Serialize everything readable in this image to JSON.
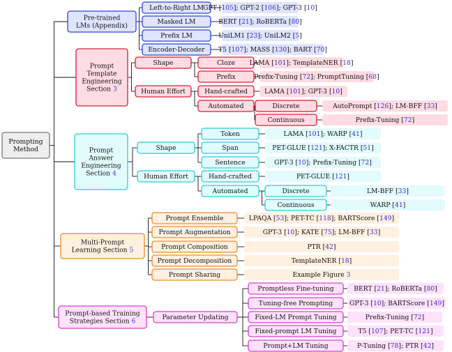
{
  "colors": {
    "root": {
      "stroke": "#7a7a7a",
      "fill": "#eeeeee"
    },
    "blue": {
      "stroke": "#2f45d8",
      "fill": "#dfe4ff"
    },
    "red": {
      "stroke": "#d51f35",
      "fill": "#ffdce4"
    },
    "cyan": {
      "stroke": "#2bcdd8",
      "fill": "#e2fbfc"
    },
    "orange": {
      "stroke": "#ee8a2b",
      "fill": "#fff0e0"
    },
    "magenta": {
      "stroke": "#d640cf",
      "fill": "#ffe1fb"
    },
    "line": "#111111"
  },
  "nodes": [
    {
      "id": "root",
      "lines": [
        "Prompting",
        "Method"
      ],
      "style": "root",
      "strong": true
    },
    {
      "id": "ptlm",
      "lines": [
        "Pre-trained",
        "LMs (Appendix)"
      ],
      "style": "blue",
      "strong": true
    },
    {
      "id": "ltr",
      "lines": [
        "Left-to-Right LM"
      ],
      "style": "blue",
      "strong": true
    },
    {
      "id": "ltr_ex",
      "lines": [
        "GPT [105]; GPT-2 [106]; GPT-3 [10]"
      ],
      "style": "blue"
    },
    {
      "id": "mlm",
      "lines": [
        "Masked LM"
      ],
      "style": "blue",
      "strong": true
    },
    {
      "id": "mlm_ex",
      "lines": [
        "BERT [21]; RoBERTa [80]"
      ],
      "style": "blue"
    },
    {
      "id": "plm",
      "lines": [
        "Prefix LM"
      ],
      "style": "blue",
      "strong": true
    },
    {
      "id": "plm_ex",
      "lines": [
        "UniLM1 [23]; UniLM2 [5]"
      ],
      "style": "blue"
    },
    {
      "id": "ed",
      "lines": [
        "Encoder-Decoder"
      ],
      "style": "blue",
      "strong": true
    },
    {
      "id": "ed_ex",
      "lines": [
        "T5 [107]; MASS [130]; BART [70]"
      ],
      "style": "blue"
    },
    {
      "id": "pte",
      "lines": [
        "Prompt",
        "Template",
        "Engineering",
        "Section 3"
      ],
      "style": "red",
      "strong": true
    },
    {
      "id": "pte_shape",
      "lines": [
        "Shape"
      ],
      "style": "red",
      "strong": true
    },
    {
      "id": "cloze",
      "lines": [
        "Cloze"
      ],
      "style": "red",
      "strong": true
    },
    {
      "id": "cloze_ex",
      "lines": [
        "LAMA [101]; TemplateNER [18]"
      ],
      "style": "red"
    },
    {
      "id": "prefix",
      "lines": [
        "Prefix"
      ],
      "style": "red",
      "strong": true
    },
    {
      "id": "prefix_ex",
      "lines": [
        "Prefix-Tuning [72]; PromptTuning [68]"
      ],
      "style": "red"
    },
    {
      "id": "pte_he",
      "lines": [
        "Human Effort"
      ],
      "style": "red",
      "strong": true
    },
    {
      "id": "hc",
      "lines": [
        "Hand-crafted"
      ],
      "style": "red",
      "strong": true
    },
    {
      "id": "hc_ex",
      "lines": [
        "LAMA [101]; GPT-3 [10]"
      ],
      "style": "red"
    },
    {
      "id": "auto",
      "lines": [
        "Automated"
      ],
      "style": "red",
      "strong": true
    },
    {
      "id": "disc",
      "lines": [
        "Discrete"
      ],
      "style": "red",
      "strong": true
    },
    {
      "id": "disc_ex",
      "lines": [
        "AutoPrompt [126]; LM-BFF [33]"
      ],
      "style": "red"
    },
    {
      "id": "cont",
      "lines": [
        "Continuous"
      ],
      "style": "red",
      "strong": true
    },
    {
      "id": "cont_ex",
      "lines": [
        "Prefix-Tuning [72]"
      ],
      "style": "red"
    },
    {
      "id": "pae",
      "lines": [
        "Prompt",
        "Answer",
        "Engineering",
        "Section 4"
      ],
      "style": "cyan",
      "strong": true
    },
    {
      "id": "pae_shape",
      "lines": [
        "Shape"
      ],
      "style": "cyan",
      "strong": true
    },
    {
      "id": "token",
      "lines": [
        "Token"
      ],
      "style": "cyan",
      "strong": true
    },
    {
      "id": "token_ex",
      "lines": [
        "LAMA [101]; WARP [41]"
      ],
      "style": "cyan"
    },
    {
      "id": "span",
      "lines": [
        "Span"
      ],
      "style": "cyan",
      "strong": true
    },
    {
      "id": "span_ex",
      "lines": [
        "PET-GLUE [121]; X-FACTR [51]"
      ],
      "style": "cyan"
    },
    {
      "id": "sent",
      "lines": [
        "Sentence"
      ],
      "style": "cyan",
      "strong": true
    },
    {
      "id": "sent_ex",
      "lines": [
        "GPT-3 [10]; Prefix-Tuning [72]"
      ],
      "style": "cyan"
    },
    {
      "id": "pae_he",
      "lines": [
        "Human Effort"
      ],
      "style": "cyan",
      "strong": true
    },
    {
      "id": "hc2",
      "lines": [
        "Hand-crafted"
      ],
      "style": "cyan",
      "strong": true
    },
    {
      "id": "hc2_ex",
      "lines": [
        "PET-GLUE [121]"
      ],
      "style": "cyan"
    },
    {
      "id": "auto2",
      "lines": [
        "Automated"
      ],
      "style": "cyan",
      "strong": true
    },
    {
      "id": "disc2",
      "lines": [
        "Discrete"
      ],
      "style": "cyan",
      "strong": true
    },
    {
      "id": "disc2_ex",
      "lines": [
        "LM-BFF [33]"
      ],
      "style": "cyan"
    },
    {
      "id": "cont2",
      "lines": [
        "Continuous"
      ],
      "style": "cyan",
      "strong": true
    },
    {
      "id": "cont2_ex",
      "lines": [
        "WARP [41]"
      ],
      "style": "cyan"
    },
    {
      "id": "mpl",
      "lines": [
        "Multi-Prompt",
        "Learning Section 5"
      ],
      "style": "orange",
      "strong": true
    },
    {
      "id": "ens",
      "lines": [
        "Prompt Ensemble"
      ],
      "style": "orange",
      "strong": true
    },
    {
      "id": "ens_ex",
      "lines": [
        "LPAQA [53]; PET-TC [118]; BARTScore [149]"
      ],
      "style": "orange"
    },
    {
      "id": "aug",
      "lines": [
        "Prompt Augmentation"
      ],
      "style": "orange",
      "strong": true
    },
    {
      "id": "aug_ex",
      "lines": [
        "GPT-3 [10]; KATE [75]; LM-BFF [33]"
      ],
      "style": "orange"
    },
    {
      "id": "comp",
      "lines": [
        "Prompt Composition"
      ],
      "style": "orange",
      "strong": true
    },
    {
      "id": "comp_ex",
      "lines": [
        "PTR [42]"
      ],
      "style": "orange"
    },
    {
      "id": "dec",
      "lines": [
        "Prompt Decomposition"
      ],
      "style": "orange",
      "strong": true
    },
    {
      "id": "dec_ex",
      "lines": [
        "TemplateNER [18]"
      ],
      "style": "orange"
    },
    {
      "id": "share",
      "lines": [
        "Prompt Sharing"
      ],
      "style": "orange",
      "strong": true
    },
    {
      "id": "share_ex",
      "lines": [
        "Example Figure 3"
      ],
      "style": "orange"
    },
    {
      "id": "pbt",
      "lines": [
        "Prompt-based Training",
        "Strategies Section 6"
      ],
      "style": "magenta",
      "strong": true
    },
    {
      "id": "pu",
      "lines": [
        "Parameter Updating"
      ],
      "style": "magenta",
      "strong": true
    },
    {
      "id": "pft",
      "lines": [
        "Promptless Fine-tuning"
      ],
      "style": "magenta",
      "strong": true
    },
    {
      "id": "pft_ex",
      "lines": [
        "BERT [21]; RoBERTa [80]"
      ],
      "style": "magenta"
    },
    {
      "id": "tfp",
      "lines": [
        "Tuning-free Prompting"
      ],
      "style": "magenta",
      "strong": true
    },
    {
      "id": "tfp_ex",
      "lines": [
        "GPT-3 [10]; BARTScore [149]"
      ],
      "style": "magenta"
    },
    {
      "id": "flm",
      "lines": [
        "Fixed-LM Prompt Tuning"
      ],
      "style": "magenta",
      "strong": true
    },
    {
      "id": "flm_ex",
      "lines": [
        "Prefix-Tuning [72]"
      ],
      "style": "magenta"
    },
    {
      "id": "fpl",
      "lines": [
        "Fixed-prompt LM Tuning"
      ],
      "style": "magenta",
      "strong": true
    },
    {
      "id": "fpl_ex",
      "lines": [
        "T5 [107]; PET-TC [121]"
      ],
      "style": "magenta"
    },
    {
      "id": "plmt",
      "lines": [
        "Prompt+LM Tuning"
      ],
      "style": "magenta",
      "strong": true
    },
    {
      "id": "plmt_ex",
      "lines": [
        "P-Tuning [78]; PTR [42]"
      ],
      "style": "magenta"
    }
  ],
  "edges": [
    [
      "root",
      [
        "ptlm",
        "pte",
        "pae",
        "mpl",
        "pbt"
      ]
    ],
    [
      "ptlm",
      [
        "ltr",
        "mlm",
        "plm",
        "ed"
      ]
    ],
    [
      "ltr",
      [
        "ltr_ex"
      ]
    ],
    [
      "mlm",
      [
        "mlm_ex"
      ]
    ],
    [
      "plm",
      [
        "plm_ex"
      ]
    ],
    [
      "ed",
      [
        "ed_ex"
      ]
    ],
    [
      "pte",
      [
        "pte_shape",
        "pte_he"
      ]
    ],
    [
      "pte_shape",
      [
        "cloze",
        "prefix"
      ]
    ],
    [
      "cloze",
      [
        "cloze_ex"
      ]
    ],
    [
      "prefix",
      [
        "prefix_ex"
      ]
    ],
    [
      "pte_he",
      [
        "hc",
        "auto"
      ]
    ],
    [
      "hc",
      [
        "hc_ex"
      ]
    ],
    [
      "auto",
      [
        "disc",
        "cont"
      ]
    ],
    [
      "disc",
      [
        "disc_ex"
      ]
    ],
    [
      "cont",
      [
        "cont_ex"
      ]
    ],
    [
      "pae",
      [
        "pae_shape",
        "pae_he"
      ]
    ],
    [
      "pae_shape",
      [
        "token",
        "span",
        "sent"
      ]
    ],
    [
      "token",
      [
        "token_ex"
      ]
    ],
    [
      "span",
      [
        "span_ex"
      ]
    ],
    [
      "sent",
      [
        "sent_ex"
      ]
    ],
    [
      "pae_he",
      [
        "hc2",
        "auto2"
      ]
    ],
    [
      "hc2",
      [
        "hc2_ex"
      ]
    ],
    [
      "auto2",
      [
        "disc2",
        "cont2"
      ]
    ],
    [
      "disc2",
      [
        "disc2_ex"
      ]
    ],
    [
      "cont2",
      [
        "cont2_ex"
      ]
    ],
    [
      "mpl",
      [
        "ens",
        "aug",
        "comp",
        "dec",
        "share"
      ]
    ],
    [
      "ens",
      [
        "ens_ex"
      ]
    ],
    [
      "aug",
      [
        "aug_ex"
      ]
    ],
    [
      "comp",
      [
        "comp_ex"
      ]
    ],
    [
      "dec",
      [
        "dec_ex"
      ]
    ],
    [
      "share",
      [
        "share_ex"
      ]
    ],
    [
      "pbt",
      [
        "pu"
      ]
    ],
    [
      "pu",
      [
        "pft",
        "tfp",
        "flm",
        "fpl",
        "plmt"
      ]
    ],
    [
      "pft",
      [
        "pft_ex"
      ]
    ],
    [
      "tfp",
      [
        "tfp_ex"
      ]
    ],
    [
      "flm",
      [
        "flm_ex"
      ]
    ],
    [
      "fpl",
      [
        "fpl_ex"
      ]
    ],
    [
      "plmt",
      [
        "plmt_ex"
      ]
    ]
  ]
}
